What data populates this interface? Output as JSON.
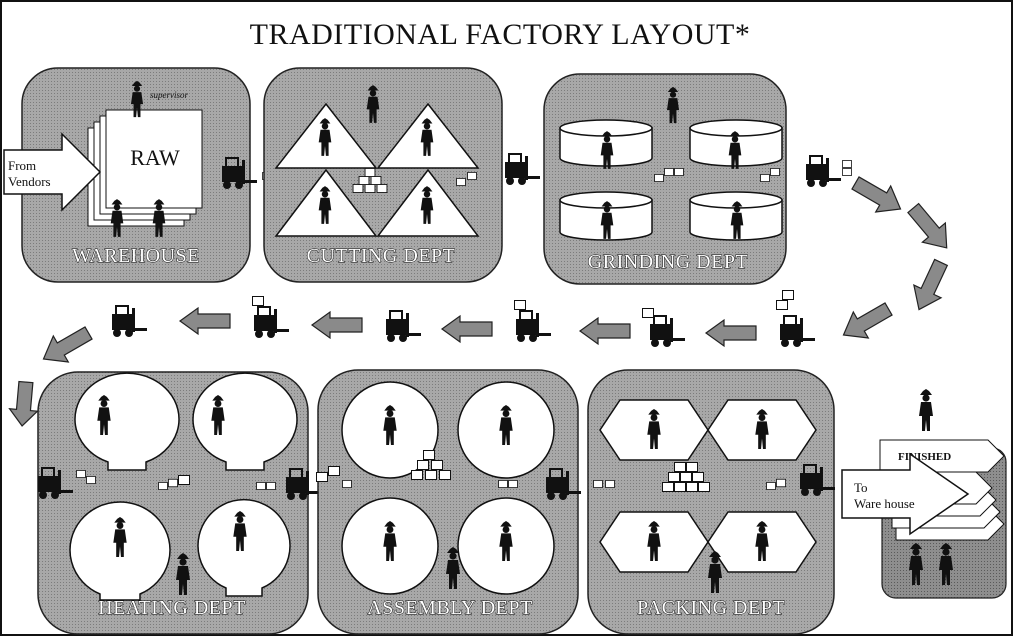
{
  "title": "TRADITIONAL  FACTORY LAYOUT*",
  "departments": {
    "warehouse": "WAREHOUSE",
    "cutting": "CUTTING DEPT",
    "grinding": "GRINDING DEPT",
    "heating": "HEATING DEPT",
    "assembly": "ASSEMBLY DEPT",
    "packing": "PACKING DEPT"
  },
  "labels": {
    "raw": "RAW",
    "supervisor": "supervisor",
    "from_vendors_line1": "From",
    "from_vendors_line2": "Vendors",
    "to_warehouse_line1": "To",
    "to_warehouse_line2": "Ware house",
    "finished": "FINISHED"
  },
  "colors": {
    "dept_fill": "#9a9a9a",
    "machine_fill": "#ffffff",
    "arrow_fill": "#8a8a8a",
    "outline": "#111111"
  },
  "icons": [
    "worker-icon",
    "forklift-icon",
    "box-icon",
    "flow-arrow-icon"
  ]
}
